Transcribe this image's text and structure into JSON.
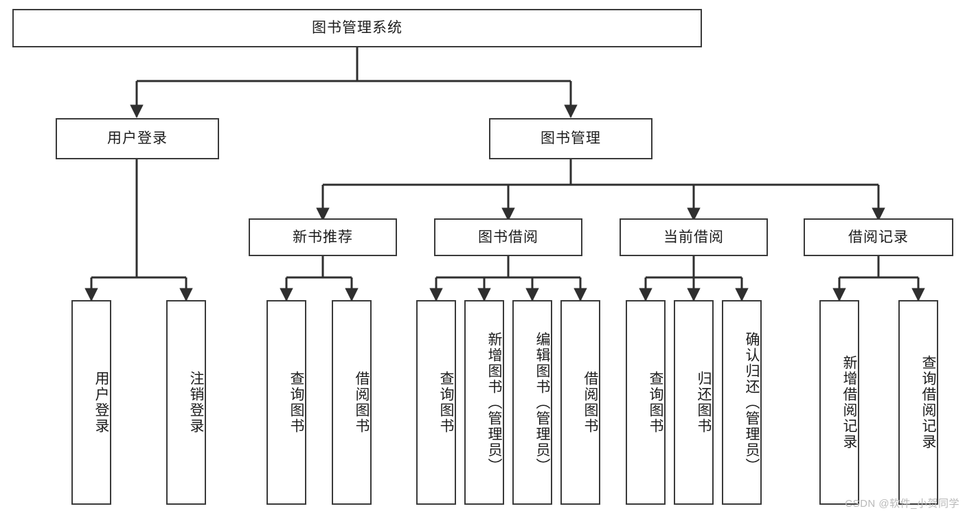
{
  "diagram": {
    "type": "tree-functional-structure",
    "title": "图书管理系统",
    "stroke_color": "#3a3a3a",
    "fill_color": "#ffffff",
    "text_color": "#1c1c1c",
    "watermark": "CSDN @软件_小贺同学"
  },
  "root": {
    "label": "图书管理系统"
  },
  "level1": [
    {
      "label": "用户登录"
    },
    {
      "label": "图书管理"
    }
  ],
  "level2": [
    {
      "label": "新书推荐"
    },
    {
      "label": "图书借阅"
    },
    {
      "label": "当前借阅"
    },
    {
      "label": "借阅记录"
    }
  ],
  "leaves": {
    "user_login": [
      {
        "label": "用户登录"
      },
      {
        "label": "注销登录"
      }
    ],
    "new_book_recommend": [
      {
        "label": "查询图书"
      },
      {
        "label": "借阅图书"
      }
    ],
    "book_borrow": [
      {
        "label": "查询图书"
      },
      {
        "label": "新增图书（管理员）"
      },
      {
        "label": "编辑图书（管理员）"
      },
      {
        "label": "借阅图书"
      }
    ],
    "current_borrow": [
      {
        "label": "查询图书"
      },
      {
        "label": "归还图书"
      },
      {
        "label": "确认归还（管理员）"
      }
    ],
    "borrow_record": [
      {
        "label": "新增借阅记录"
      },
      {
        "label": "查询借阅记录"
      }
    ]
  }
}
